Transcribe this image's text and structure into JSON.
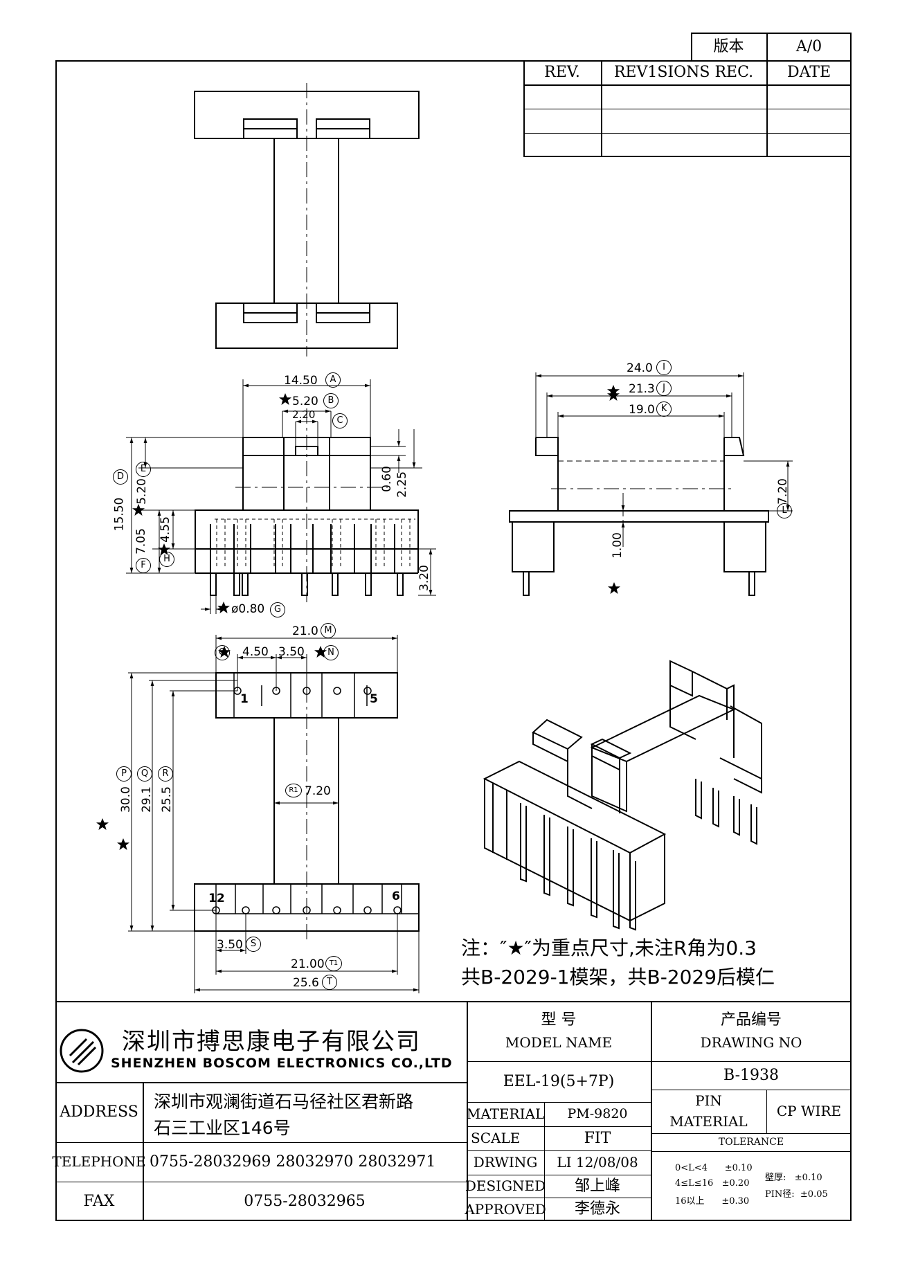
{
  "version_box": {
    "label": "版本",
    "value": "A/0"
  },
  "revision_table": {
    "headers": [
      "REV.",
      "REV1SIONS REC.",
      "DATE"
    ]
  },
  "dims": {
    "A": "14.50",
    "B": "5.20",
    "C_inner": "2.20",
    "D": "15.50",
    "E": "5.20",
    "F": "7.05",
    "H": "4.55",
    "v060": "0.60",
    "v225": "2.25",
    "v320": "3.20",
    "G": "ø0.80",
    "I": "24.0",
    "J": "21.3",
    "K": "19.0",
    "L": "7.20",
    "v100": "1.00",
    "M": "21.0",
    "O": "4.50",
    "N": "3.50",
    "P": "30.0",
    "Q": "29.1",
    "R": "25.5",
    "R1": "7.20",
    "S": "3.50",
    "T1": "21.00",
    "T": "25.6",
    "pin1": "1",
    "pin5": "5",
    "pin12": "12",
    "pin6": "6"
  },
  "circle_letters": {
    "A": "A",
    "B": "B",
    "C": "C",
    "D": "D",
    "E": "E",
    "F": "F",
    "G": "G",
    "H": "H",
    "I": "I",
    "J": "J",
    "K": "K",
    "L": "L",
    "M": "M",
    "N": "N",
    "O": "O",
    "P": "P",
    "Q": "Q",
    "R": "R",
    "R1": "R1",
    "S": "S",
    "T": "T",
    "T1": "T1"
  },
  "notes": {
    "line1": "注：″★″为重点尺寸,未注R角为0.3",
    "line2": "共B-2029-1模架，共B-2029后模仁"
  },
  "title_block": {
    "company_cn": "深圳市搏思康电子有限公司",
    "company_en": "SHENZHEN BOSCOM ELECTRONICS CO.,LTD",
    "model_cn": "型   号",
    "model_en": "MODEL NAME",
    "drawing_cn": "产品编号",
    "drawing_en": "DRAWING NO",
    "model_value": "EEL-19(5+7P)",
    "drawing_value": "B-1938",
    "address_label": "ADDRESS",
    "address_line1": "深圳市观澜街道石马径社区君新路",
    "address_line2": "石三工业区146号",
    "telephone_label": "TELEPHONE",
    "telephone_value": "0755-28032969  28032970  28032971",
    "fax_label": "FAX",
    "fax_value": "0755-28032965",
    "material_label": "MATERIAL",
    "material_value": "PM-9820",
    "scale_label": "SCALE",
    "scale_value": "FIT",
    "drwing_label": "DRWING",
    "drwing_value": "LI  12/08/08",
    "designed_label": "DESIGNED",
    "designed_value": "邹上峰",
    "approved_label": "APPROVED",
    "approved_value": "李德永",
    "pin_material_label_1": "PIN",
    "pin_material_label_2": "MATERIAL",
    "pin_material_value": "CP WIRE",
    "tolerance_label": "TOLERANCE",
    "tol_1": "0<L<4      ±0.10",
    "tol_2": "4≤L≤16   ±0.20",
    "tol_3": "16以上      ±0.30",
    "tol_wall": "壁厚:   ±0.10",
    "tol_pin": "PIN径:  ±0.05"
  },
  "colors": {
    "line": "#000000",
    "background": "#ffffff"
  }
}
